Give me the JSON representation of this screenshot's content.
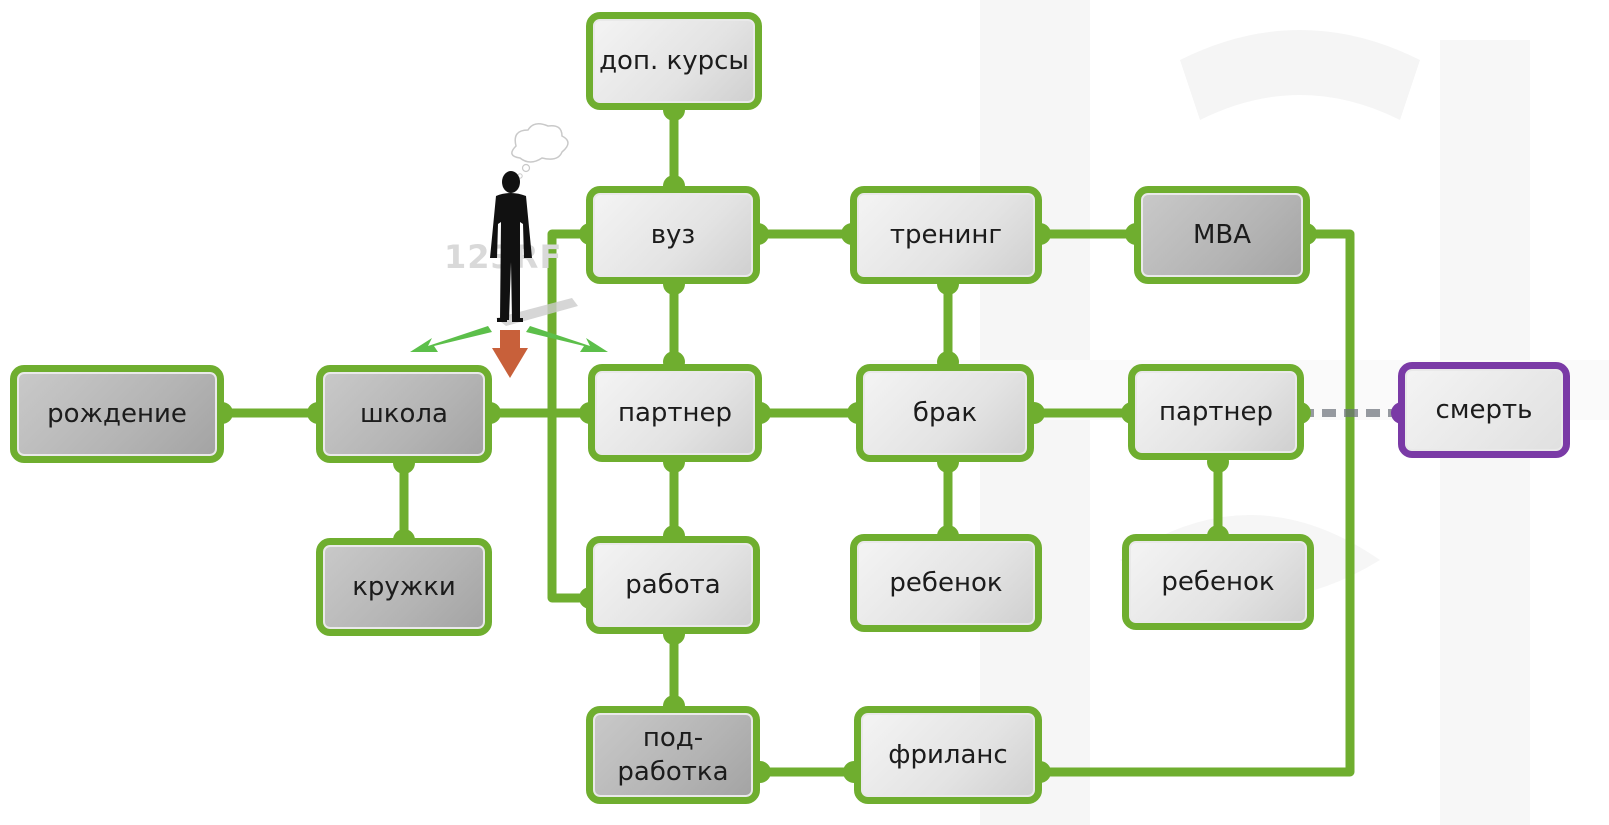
{
  "colors": {
    "link": "#6fae2f",
    "node_border": "#6fae2f",
    "death_border": "#7a3aa6",
    "arrow_green": "#5cbf4a",
    "arrow_red": "#c8603a"
  },
  "watermark": "123RF",
  "nodes": {
    "rozhdenie": "рождение",
    "shkola": "школа",
    "kruzhki": "кружки",
    "dop_kursy": "доп. курсы",
    "vuz": "вуз",
    "partner_1": "партнер",
    "rabota": "работа",
    "podrabotka": "под-\nработка",
    "trening": "тренинг",
    "brak": "брак",
    "rebenok_1": "ребенок",
    "frilans": "фриланс",
    "mba": "MBA",
    "partner_2": "партнер",
    "rebenok_2": "ребенок",
    "smert": "смерть"
  }
}
